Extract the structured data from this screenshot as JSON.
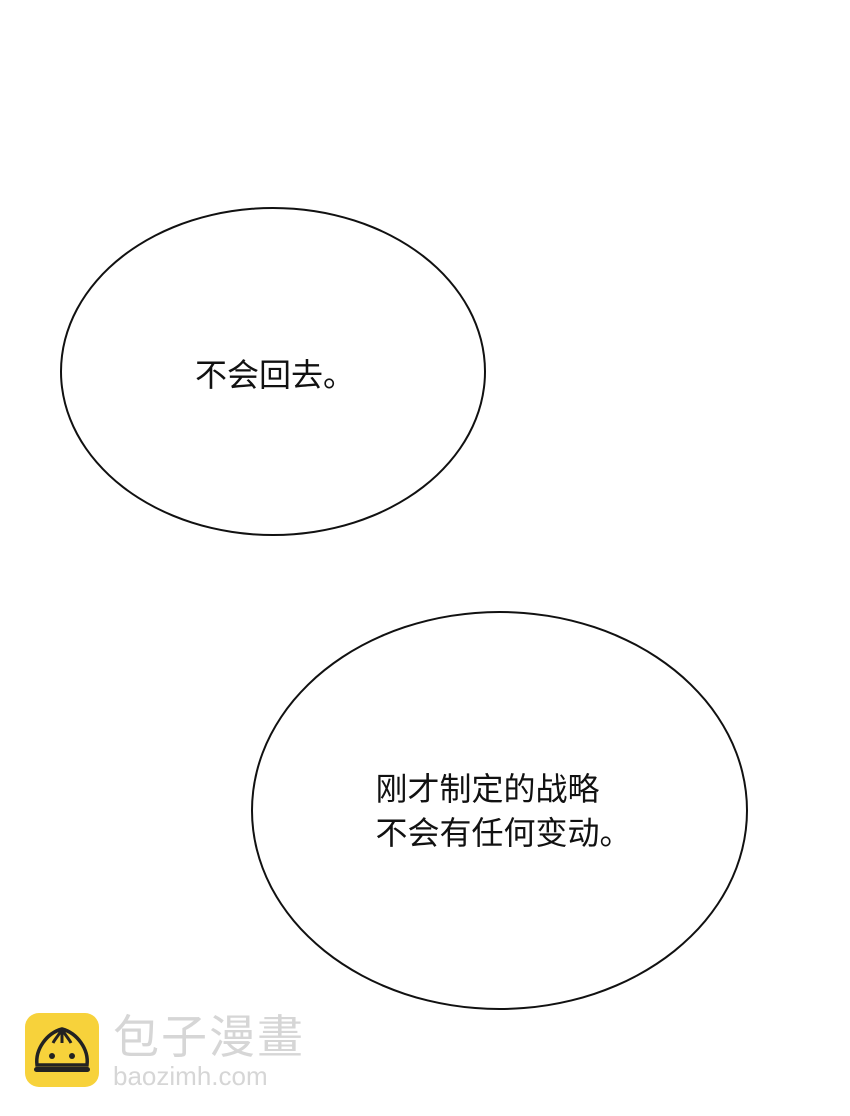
{
  "panel": {
    "background": "#ffffff",
    "bubbles": [
      {
        "text": "不会回去。"
      },
      {
        "text": "刚才制定的战略\n不会有任何变动。"
      }
    ]
  },
  "watermark": {
    "title": "包子漫畫",
    "url": "baozimh.com",
    "logo_color": "#f7d23b",
    "logo_icon": "steamed-bun-icon"
  }
}
